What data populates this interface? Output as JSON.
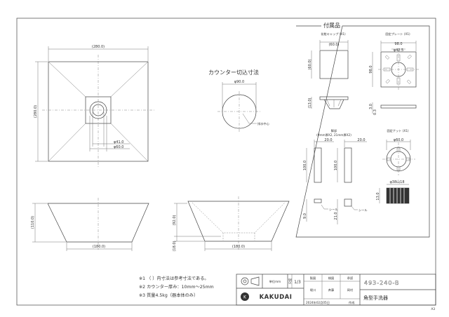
{
  "main_views": {
    "top_width": "(280.0)",
    "top_height": "(280.0)",
    "drain_inner": "φ41.0",
    "drain_outer": "φ60.0",
    "front_height": "(110.0)",
    "front_base": "(180.0)",
    "section_height": "(92.0)",
    "section_base": "(180.0)",
    "section_foot": "(18.0)"
  },
  "cutout": {
    "title": "カウンター切込寸法",
    "dia": "φ90.0",
    "center_note": "排水中心"
  },
  "accessories": {
    "title": "付属品",
    "cap": {
      "title": "化粧キャップ (X1)",
      "w": "(60.0)",
      "h": "(60.0)",
      "t": "(13.0)"
    },
    "plate": {
      "title": "固定プレート (X1)",
      "w": "98.0",
      "sub": "φ42.5",
      "h": "98.0",
      "t1": "3.0",
      "t2": "0.3"
    },
    "foot": {
      "title": "脚部",
      "sub": "(9mm厚X2, 21mm厚X2)",
      "w1": "20.0",
      "w2": "20.0",
      "h1": "100.0",
      "h2": "100.0",
      "t1": "9.0",
      "t2": "21.0",
      "seal1": "シール",
      "seal2": "シール"
    },
    "nut": {
      "title": "固定ナット (X1)",
      "dia": "φ60.0",
      "thread": "φ38山18",
      "h": "13.0"
    }
  },
  "notes": [
    "※1 （ ）内寸法は参考寸法である。",
    "※2 カウンター厚み：10mm〜25mm",
    "※3 質量4.5kg（器本体のみ）"
  ],
  "title_block": {
    "unit_label": "単位mm",
    "scale_label": "尺度",
    "scale_value": "1/3",
    "maker": "KAKUDAI",
    "roles": [
      "製図",
      "検図",
      "承認"
    ],
    "names": [
      "堀川",
      "斉藤",
      "岡村"
    ],
    "date": "2024年02月05日",
    "date_suffix": "作成",
    "part_no": "493-240-B",
    "part_name": "角型手洗器",
    "sheet_size": "A3"
  }
}
